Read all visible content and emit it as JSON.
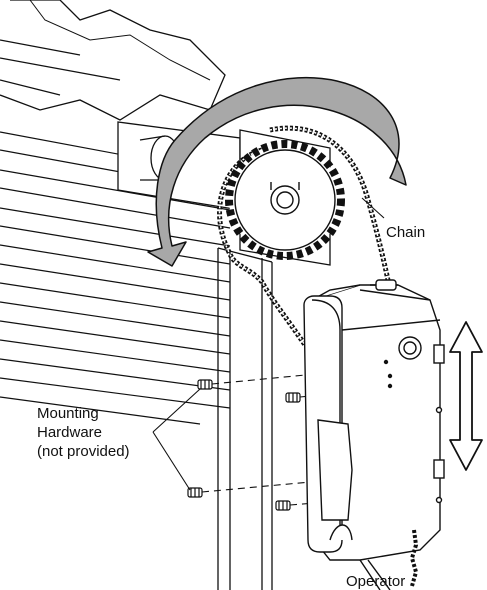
{
  "labels": {
    "chain": "Chain",
    "mounting_line1": "Mounting",
    "mounting_line2": "Hardware",
    "mounting_line3": "(not provided)",
    "operator": "Operator"
  },
  "colors": {
    "line": "#111111",
    "arrow_fill": "#a8a8a8",
    "background": "#ffffff"
  }
}
